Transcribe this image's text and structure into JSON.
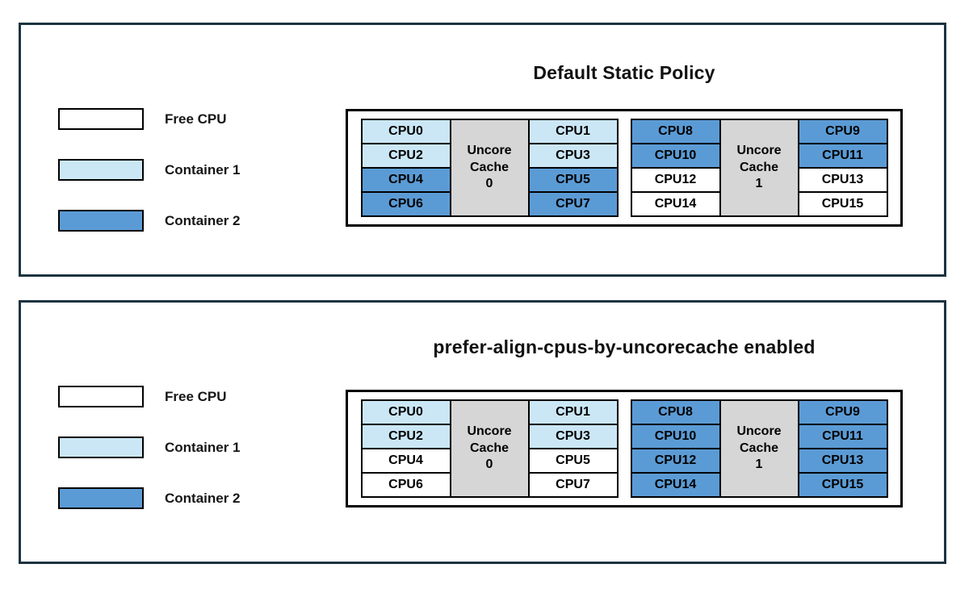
{
  "colors": {
    "free": "#ffffff",
    "container1": "#cbe7f5",
    "container2": "#5b9bd5",
    "uncore_cache": "#d6d6d6",
    "panel_border": "#1d3340",
    "cell_border": "#000000"
  },
  "legend": [
    {
      "label": "Free CPU",
      "state": "free"
    },
    {
      "label": "Container 1",
      "state": "container1"
    },
    {
      "label": "Container 2",
      "state": "container2"
    }
  ],
  "panels": [
    {
      "title": "Default Static Policy",
      "groups": [
        {
          "cache": {
            "lines": [
              "Uncore",
              "Cache",
              "0"
            ]
          },
          "left": [
            {
              "label": "CPU0",
              "state": "container1"
            },
            {
              "label": "CPU2",
              "state": "container1"
            },
            {
              "label": "CPU4",
              "state": "container2"
            },
            {
              "label": "CPU6",
              "state": "container2"
            }
          ],
          "right": [
            {
              "label": "CPU1",
              "state": "container1"
            },
            {
              "label": "CPU3",
              "state": "container1"
            },
            {
              "label": "CPU5",
              "state": "container2"
            },
            {
              "label": "CPU7",
              "state": "container2"
            }
          ]
        },
        {
          "cache": {
            "lines": [
              "Uncore",
              "Cache",
              "1"
            ]
          },
          "left": [
            {
              "label": "CPU8",
              "state": "container2"
            },
            {
              "label": "CPU10",
              "state": "container2"
            },
            {
              "label": "CPU12",
              "state": "free"
            },
            {
              "label": "CPU14",
              "state": "free"
            }
          ],
          "right": [
            {
              "label": "CPU9",
              "state": "container2"
            },
            {
              "label": "CPU11",
              "state": "container2"
            },
            {
              "label": "CPU13",
              "state": "free"
            },
            {
              "label": "CPU15",
              "state": "free"
            }
          ]
        }
      ]
    },
    {
      "title": "prefer-align-cpus-by-uncorecache enabled",
      "groups": [
        {
          "cache": {
            "lines": [
              "Uncore",
              "Cache",
              "0"
            ]
          },
          "left": [
            {
              "label": "CPU0",
              "state": "container1"
            },
            {
              "label": "CPU2",
              "state": "container1"
            },
            {
              "label": "CPU4",
              "state": "free"
            },
            {
              "label": "CPU6",
              "state": "free"
            }
          ],
          "right": [
            {
              "label": "CPU1",
              "state": "container1"
            },
            {
              "label": "CPU3",
              "state": "container1"
            },
            {
              "label": "CPU5",
              "state": "free"
            },
            {
              "label": "CPU7",
              "state": "free"
            }
          ]
        },
        {
          "cache": {
            "lines": [
              "Uncore",
              "Cache",
              "1"
            ]
          },
          "left": [
            {
              "label": "CPU8",
              "state": "container2"
            },
            {
              "label": "CPU10",
              "state": "container2"
            },
            {
              "label": "CPU12",
              "state": "container2"
            },
            {
              "label": "CPU14",
              "state": "container2"
            }
          ],
          "right": [
            {
              "label": "CPU9",
              "state": "container2"
            },
            {
              "label": "CPU11",
              "state": "container2"
            },
            {
              "label": "CPU13",
              "state": "container2"
            },
            {
              "label": "CPU15",
              "state": "container2"
            }
          ]
        }
      ]
    }
  ]
}
